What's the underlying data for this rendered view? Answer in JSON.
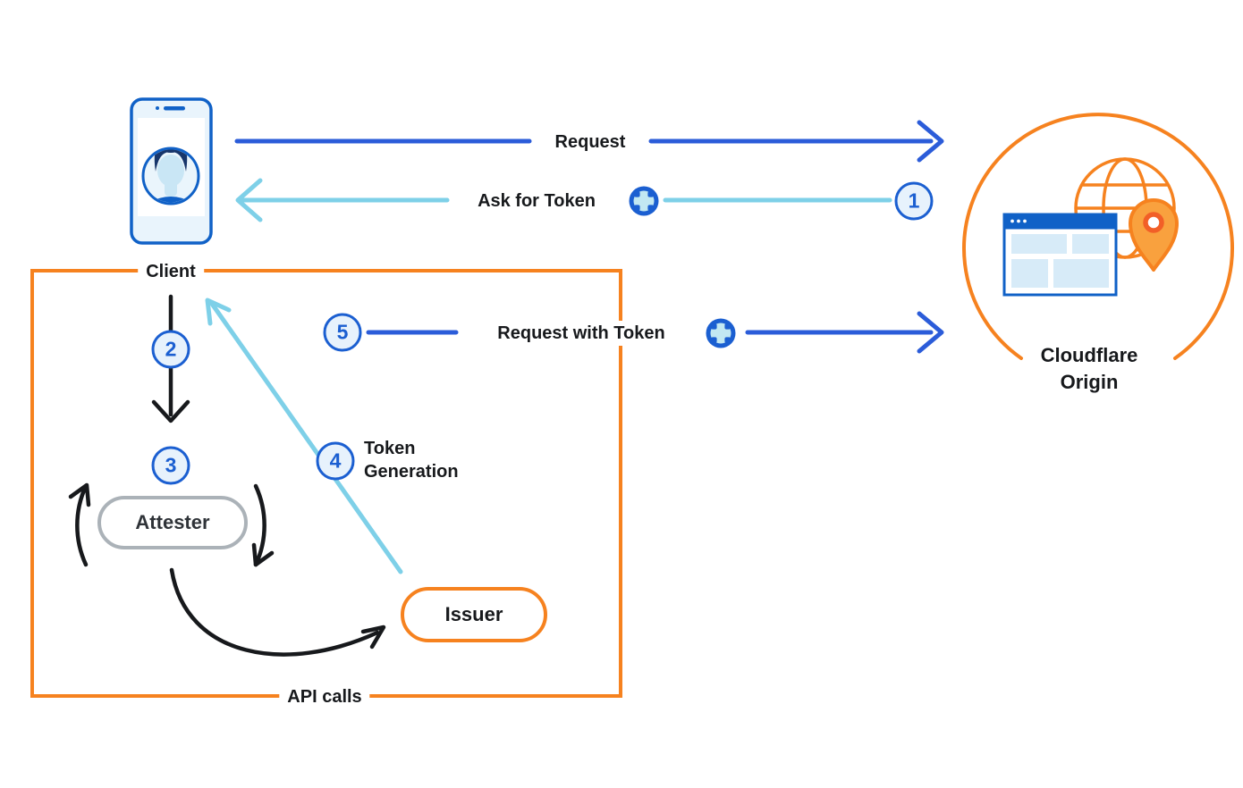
{
  "diagram": {
    "nodes": {
      "client_label": "Client",
      "origin_label_line1": "Cloudflare",
      "origin_label_line2": "Origin",
      "attester_label": "Attester",
      "issuer_label": "Issuer"
    },
    "arrows": {
      "request": "Request",
      "ask_for_token": "Ask for Token",
      "request_with_token": "Request with Token",
      "token_generation_line1": "Token",
      "token_generation_line2": "Generation",
      "api_calls": "API calls"
    },
    "steps": {
      "step1": "1",
      "step2": "2",
      "step3": "3",
      "step4": "4",
      "step5": "5"
    },
    "icons": {
      "client": "phone-with-user-avatar-icon",
      "origin": [
        "globe-icon",
        "browser-window-icon",
        "location-pin-icon"
      ],
      "token": "token-icon"
    },
    "colors": {
      "orange": "#F6821F",
      "arrow_blue": "#2B5CD9",
      "arrow_cyan": "#7ED0E8",
      "badge_blue": "#1B5FD1",
      "node_blue": "#1061C7",
      "pale_blue_fill": "#E7F2FC",
      "gray_border": "#ABB2B8",
      "black": "#17191C"
    }
  }
}
